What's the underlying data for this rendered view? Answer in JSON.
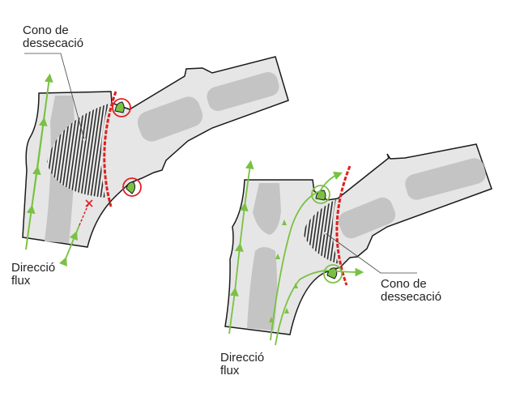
{
  "colors": {
    "bone": "#e6e6e6",
    "bone_dark": "#c4c4c4",
    "flow": "#7ac143",
    "barrier": "#e02020",
    "outline": "#1a1a1a"
  },
  "left_figure": {
    "cone_label": [
      "Cono de",
      "dessecació"
    ],
    "flow_label": [
      "Direcció",
      "flux"
    ]
  },
  "right_figure": {
    "cone_label": [
      "Cono de",
      "dessecació"
    ],
    "flow_label": [
      "Direcció",
      "flux"
    ]
  }
}
